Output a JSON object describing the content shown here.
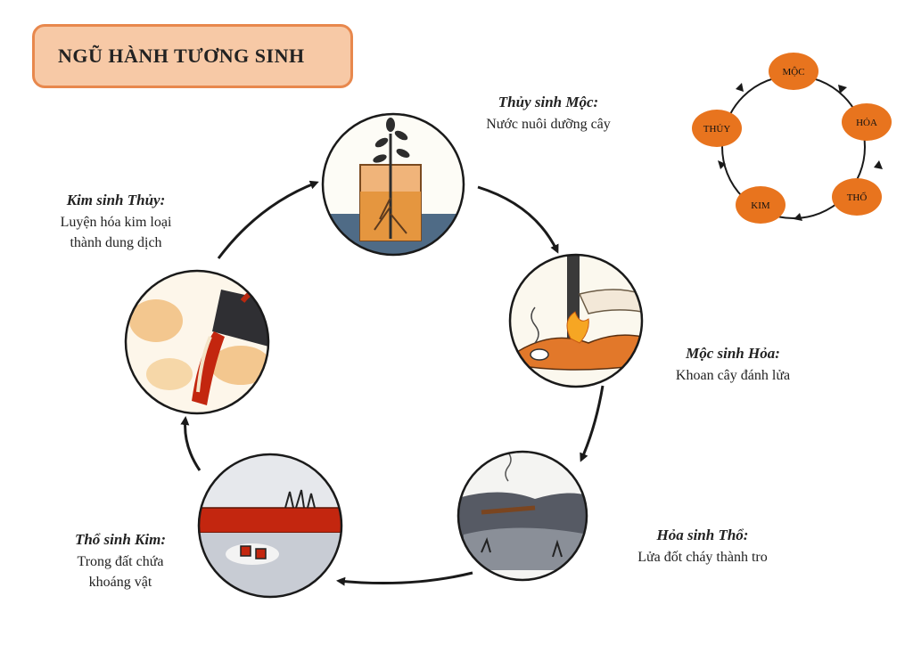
{
  "title": "NGŨ HÀNH TƯƠNG SINH",
  "stages": [
    {
      "heading": "Thủy sinh Mộc:",
      "text": "Nước nuôi dưỡng cây"
    },
    {
      "heading": "Mộc sinh Hỏa:",
      "text": "Khoan cây đánh lửa"
    },
    {
      "heading": "Hỏa sinh Thổ:",
      "text": "Lửa đốt cháy thành tro"
    },
    {
      "heading": "Thổ sinh Kim:",
      "text": "Trong đất chứa khoáng vật"
    },
    {
      "heading": "Kim sinh Thủy:",
      "text": "Luyện hóa kim loại thành dung dịch"
    }
  ],
  "mini_cycle": {
    "nodes": [
      "MỘC",
      "HỎA",
      "THỔ",
      "KIM",
      "THỦY"
    ],
    "node_color": "#e8741e"
  },
  "colors": {
    "title_fill": "#f7c9a6",
    "title_border": "#e8884d",
    "arrow": "#1a1a1a"
  }
}
